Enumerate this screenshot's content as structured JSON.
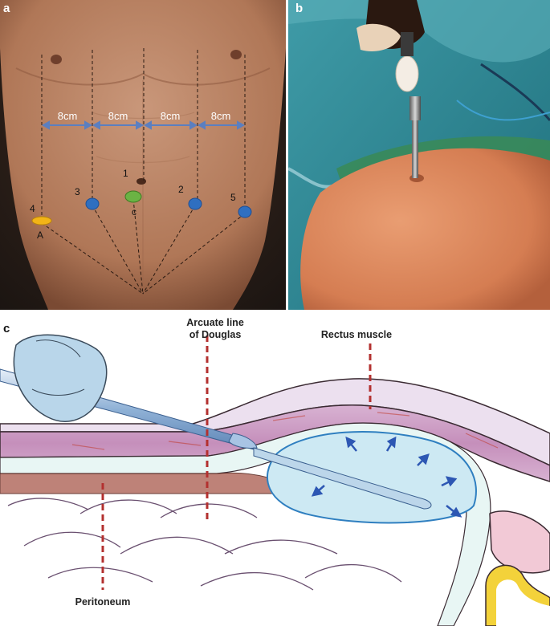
{
  "panels": {
    "a": {
      "letter": "a",
      "spacings": [
        "8cm",
        "8cm",
        "8cm",
        "8cm"
      ],
      "ports": [
        {
          "num": "1",
          "letter": "c",
          "color": "#6bb344"
        },
        {
          "num": "2",
          "color": "#2f6fc0"
        },
        {
          "num": "3",
          "color": "#2f6fc0"
        },
        {
          "num": "4",
          "letter": "A",
          "color": "#f2b417"
        },
        {
          "num": "5",
          "color": "#2f6fc0"
        }
      ]
    },
    "b": {
      "letter": "b"
    },
    "c": {
      "letter": "c",
      "labels": {
        "arcuate_line_1": "Arcuate line",
        "arcuate_line_2": "of Douglas",
        "rectus": "Rectus muscle",
        "peritoneum": "Peritoneum"
      }
    }
  },
  "colors": {
    "skin": "#c08a69",
    "guide_line": "#5b7fc0",
    "balloon": "#cde9f3",
    "muscle": "#c79ac0",
    "dash_red": "#b3302f"
  }
}
